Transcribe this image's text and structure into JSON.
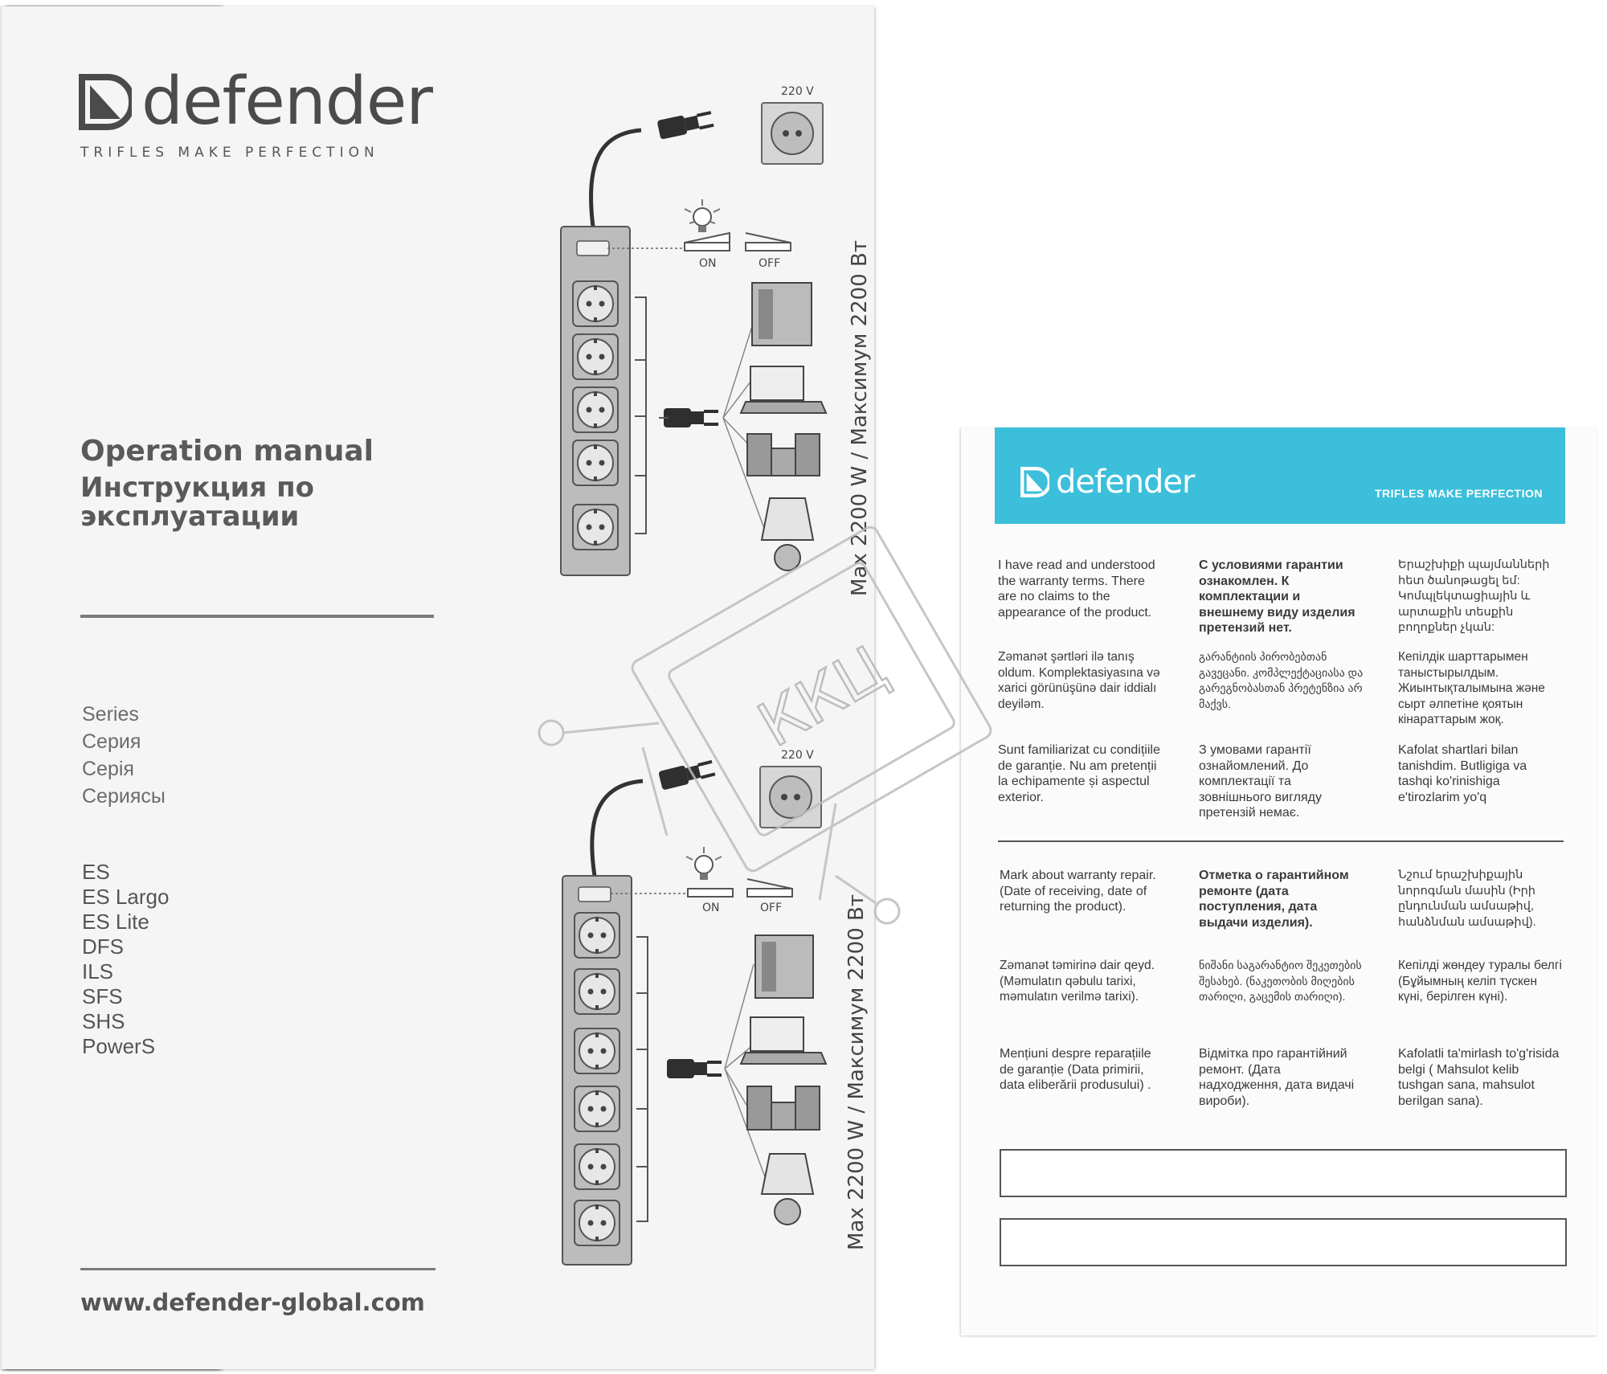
{
  "manual": {
    "brand": "defender",
    "tagline": "TRIFLES MAKE PERFECTION",
    "title_en": "Operation manual",
    "title_ru": "Инструкция по эксплуатации",
    "series_labels": [
      "Series",
      "Серия",
      "Серія",
      "Сериясы"
    ],
    "models": [
      "ES",
      "ES Largo",
      "ES Lite",
      "DFS",
      "ILS",
      "SFS",
      "SHS",
      "PowerS"
    ],
    "website": "www.defender-global.com",
    "diagram": {
      "voltage": "220 V",
      "on": "ON",
      "off": "OFF",
      "max_power": "Max 2200 W / Максимум 2200 Вт"
    }
  },
  "card": {
    "brand": "defender",
    "tagline": "TRIFLES MAKE PERFECTION",
    "rows": [
      {
        "en": "I have read and understood the warranty terms. There are no claims to the appearance of the product.",
        "ru": "С условиями гарантии ознакомлен. К комплектации и внешнему виду изделия претензий нет.",
        "hy": "Երաշխիքի պայմանների հետ ծանոթացել եմ: Կոմպլեկտացիային և արտաքին տեսքին բողոքներ չկան:"
      },
      {
        "en": "Zəmanət şərtləri ilə tanış oldum. Komplektasiyasına və xarici görünüşünə dair iddialı deyiləm.",
        "ru": "გარანტიის პირობებთან გავეცანი. კომპლექტაციასა და გარეგნობასთან პრეტენზია არ მაქვს.",
        "hy": "Кепілдік шарттарымен таныстырылдым. Жиынтықталымына және сырт әлпетіне қоятын кінараттарым жоқ."
      },
      {
        "en": "Sunt familiarizat cu condițiile de garanție. Nu am pretenții la echipamente și aspectul exterior.",
        "ru": "З умовами гарантії ознайомлений. До комплектації та зовнішнього вигляду претензій немає.",
        "hy": "Kafolat shartlari bilan tanishdim. Butligiga va tashqi ko'rinishiga e'tirozlarim yo'q"
      },
      {
        "en": "Mark about warranty repair. (Date of receiving, date of returning the product).",
        "ru": "Отметка о гарантийном ремонте (дата поступления, дата выдачи изделия).",
        "hy": "Նշում երաշխիքային նորոգման մասին (Իրի ընդունման ամսաթիվ, հանձնման ամսաթիվ)."
      },
      {
        "en": "Zəmanət təmirinə dair qeyd. (Məmulatın qəbulu tarixi, məmulatın verilmə tarixi).",
        "ru": "ნიშანი საგარანტიო შეკეთების შესახებ. (ნაკეთობის მიღების თარიღი, გაცემის თარიღი).",
        "hy": "Кепілді жөндеу туралы белгі (Бұйымның келіп түскен күні, берілген күні)."
      },
      {
        "en": "Mențiuni despre reparațiile de garanție (Data primirii, data eliberării produsului) .",
        "ru": "Відмітка про гарантійний ремонт. (Дата надходження, дата видачі вироби).",
        "hy": "Kafolatli ta'mirlash to'g'risida belgi ( Mahsulot kelib tushgan sana, mahsulot berilgan sana)."
      }
    ]
  },
  "stamp": {
    "text": "ККЦ"
  },
  "colors": {
    "header": "#3cbfda",
    "ink": "#555555"
  }
}
